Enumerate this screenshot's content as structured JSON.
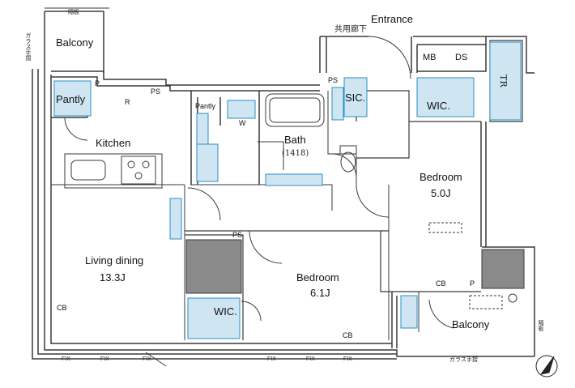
{
  "rooms": {
    "balcony_top": "Balcony",
    "pantly_left": "Pantly",
    "pantly_small": "Pantly",
    "kitchen": "Kitchen",
    "bath": "Bath",
    "bath_size": "(1418)",
    "sic": "SIC.",
    "wic_top": "WIC.",
    "bedroom_right": "Bedroom",
    "bedroom_right_size": "5.0J",
    "living_dining": "Living dining",
    "living_dining_size": "13.3J",
    "bedroom_center": "Bedroom",
    "bedroom_center_size": "6.1J",
    "wic_bottom": "WIC.",
    "balcony_bottom": "Balcony"
  },
  "labels": {
    "entrance": "Entrance",
    "corridor": "共用廊下",
    "mb": "MB",
    "ds": "DS",
    "tr": "TR",
    "r": "R",
    "p_top": "P",
    "ps_top": "PS",
    "ps_sic": "PS",
    "ps_wic": "PS",
    "p_bottom": "P",
    "cb_right": "CB",
    "cb_left": "CB",
    "cb_bottom": "CB",
    "w": "W",
    "fix_labels": [
      "FIX",
      "FIX",
      "FIX",
      "FIX",
      "FIX",
      "FIX"
    ],
    "glass_rail_bottom": "ガラス手摺",
    "glass_rail_left": "ガラス手摺",
    "partition_top": "隔板",
    "partition_right": "隔板"
  },
  "colors": {
    "wall": "#3a3a3a",
    "storage_fill": "#cfe6f2",
    "storage_stroke": "#2a8fc4",
    "column_fill": "#8a8a8a"
  },
  "icons": [
    "compass-icon",
    "stove-icon",
    "sink-icon",
    "bathtub-icon",
    "toilet-icon"
  ]
}
